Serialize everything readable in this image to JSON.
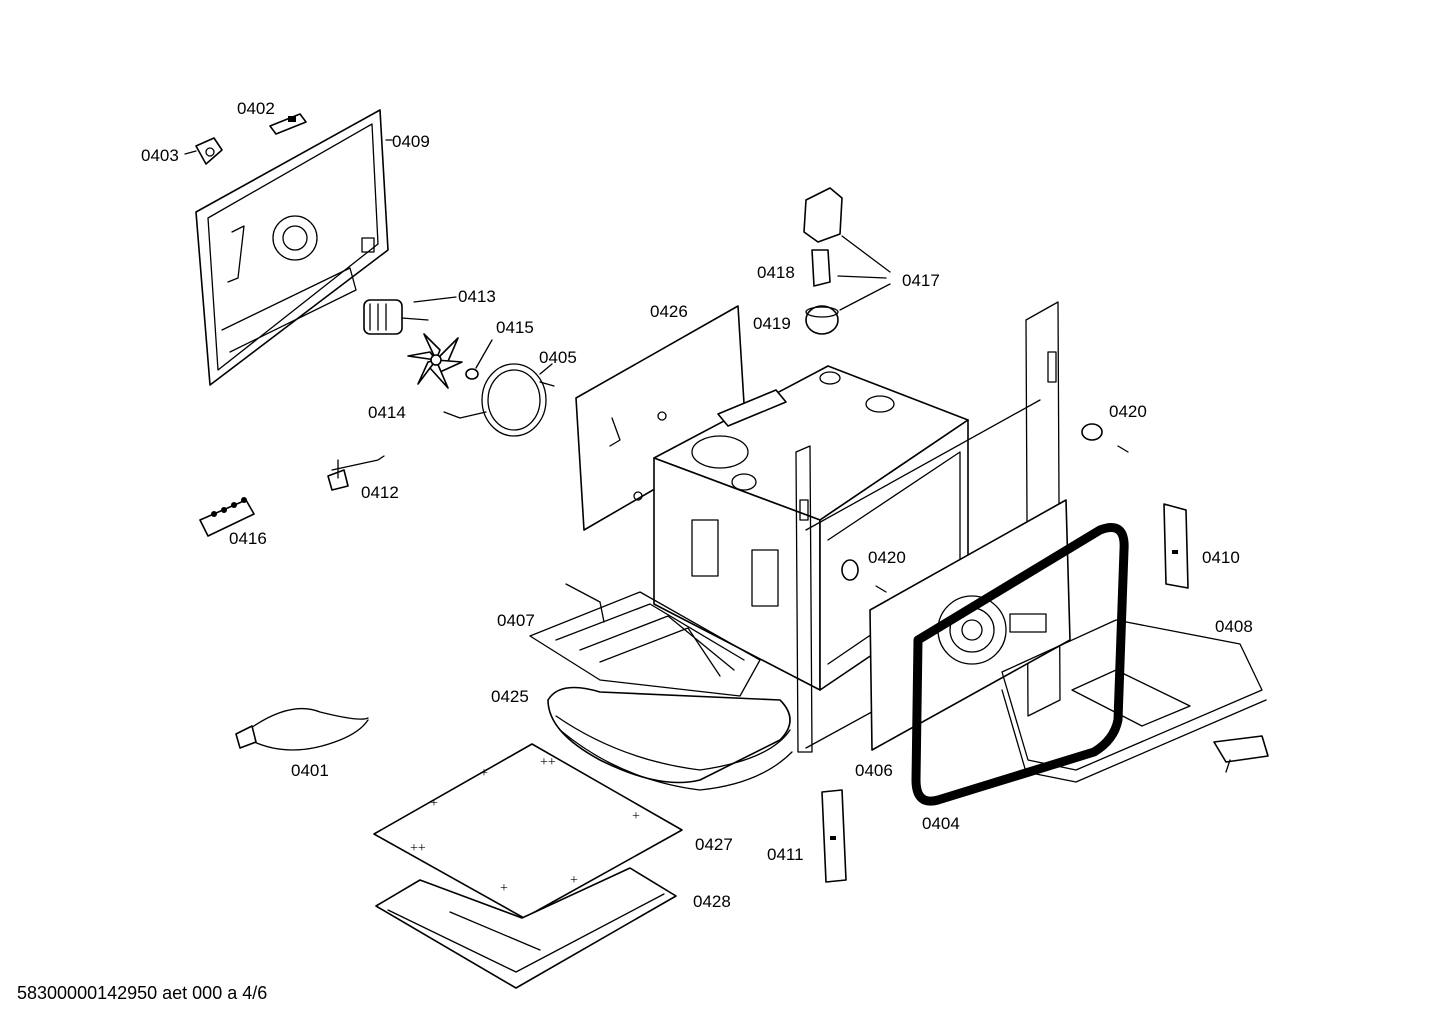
{
  "labels": {
    "p0401": "0401",
    "p0402": "0402",
    "p0403": "0403",
    "p0404": "0404",
    "p0405": "0405",
    "p0406": "0406",
    "p0407": "0407",
    "p0408": "0408",
    "p0409": "0409",
    "p0410": "0410",
    "p0411": "0411",
    "p0412": "0412",
    "p0413": "0413",
    "p0414": "0414",
    "p0415": "0415",
    "p0416": "0416",
    "p0417": "0417",
    "p0418": "0418",
    "p0419": "0419",
    "p0420a": "0420",
    "p0420b": "0420",
    "p0425": "0425",
    "p0426": "0426",
    "p0427": "0427",
    "p0428": "0428"
  },
  "footer": {
    "document_code": "58300000142950 aet 000 a 4/6"
  }
}
